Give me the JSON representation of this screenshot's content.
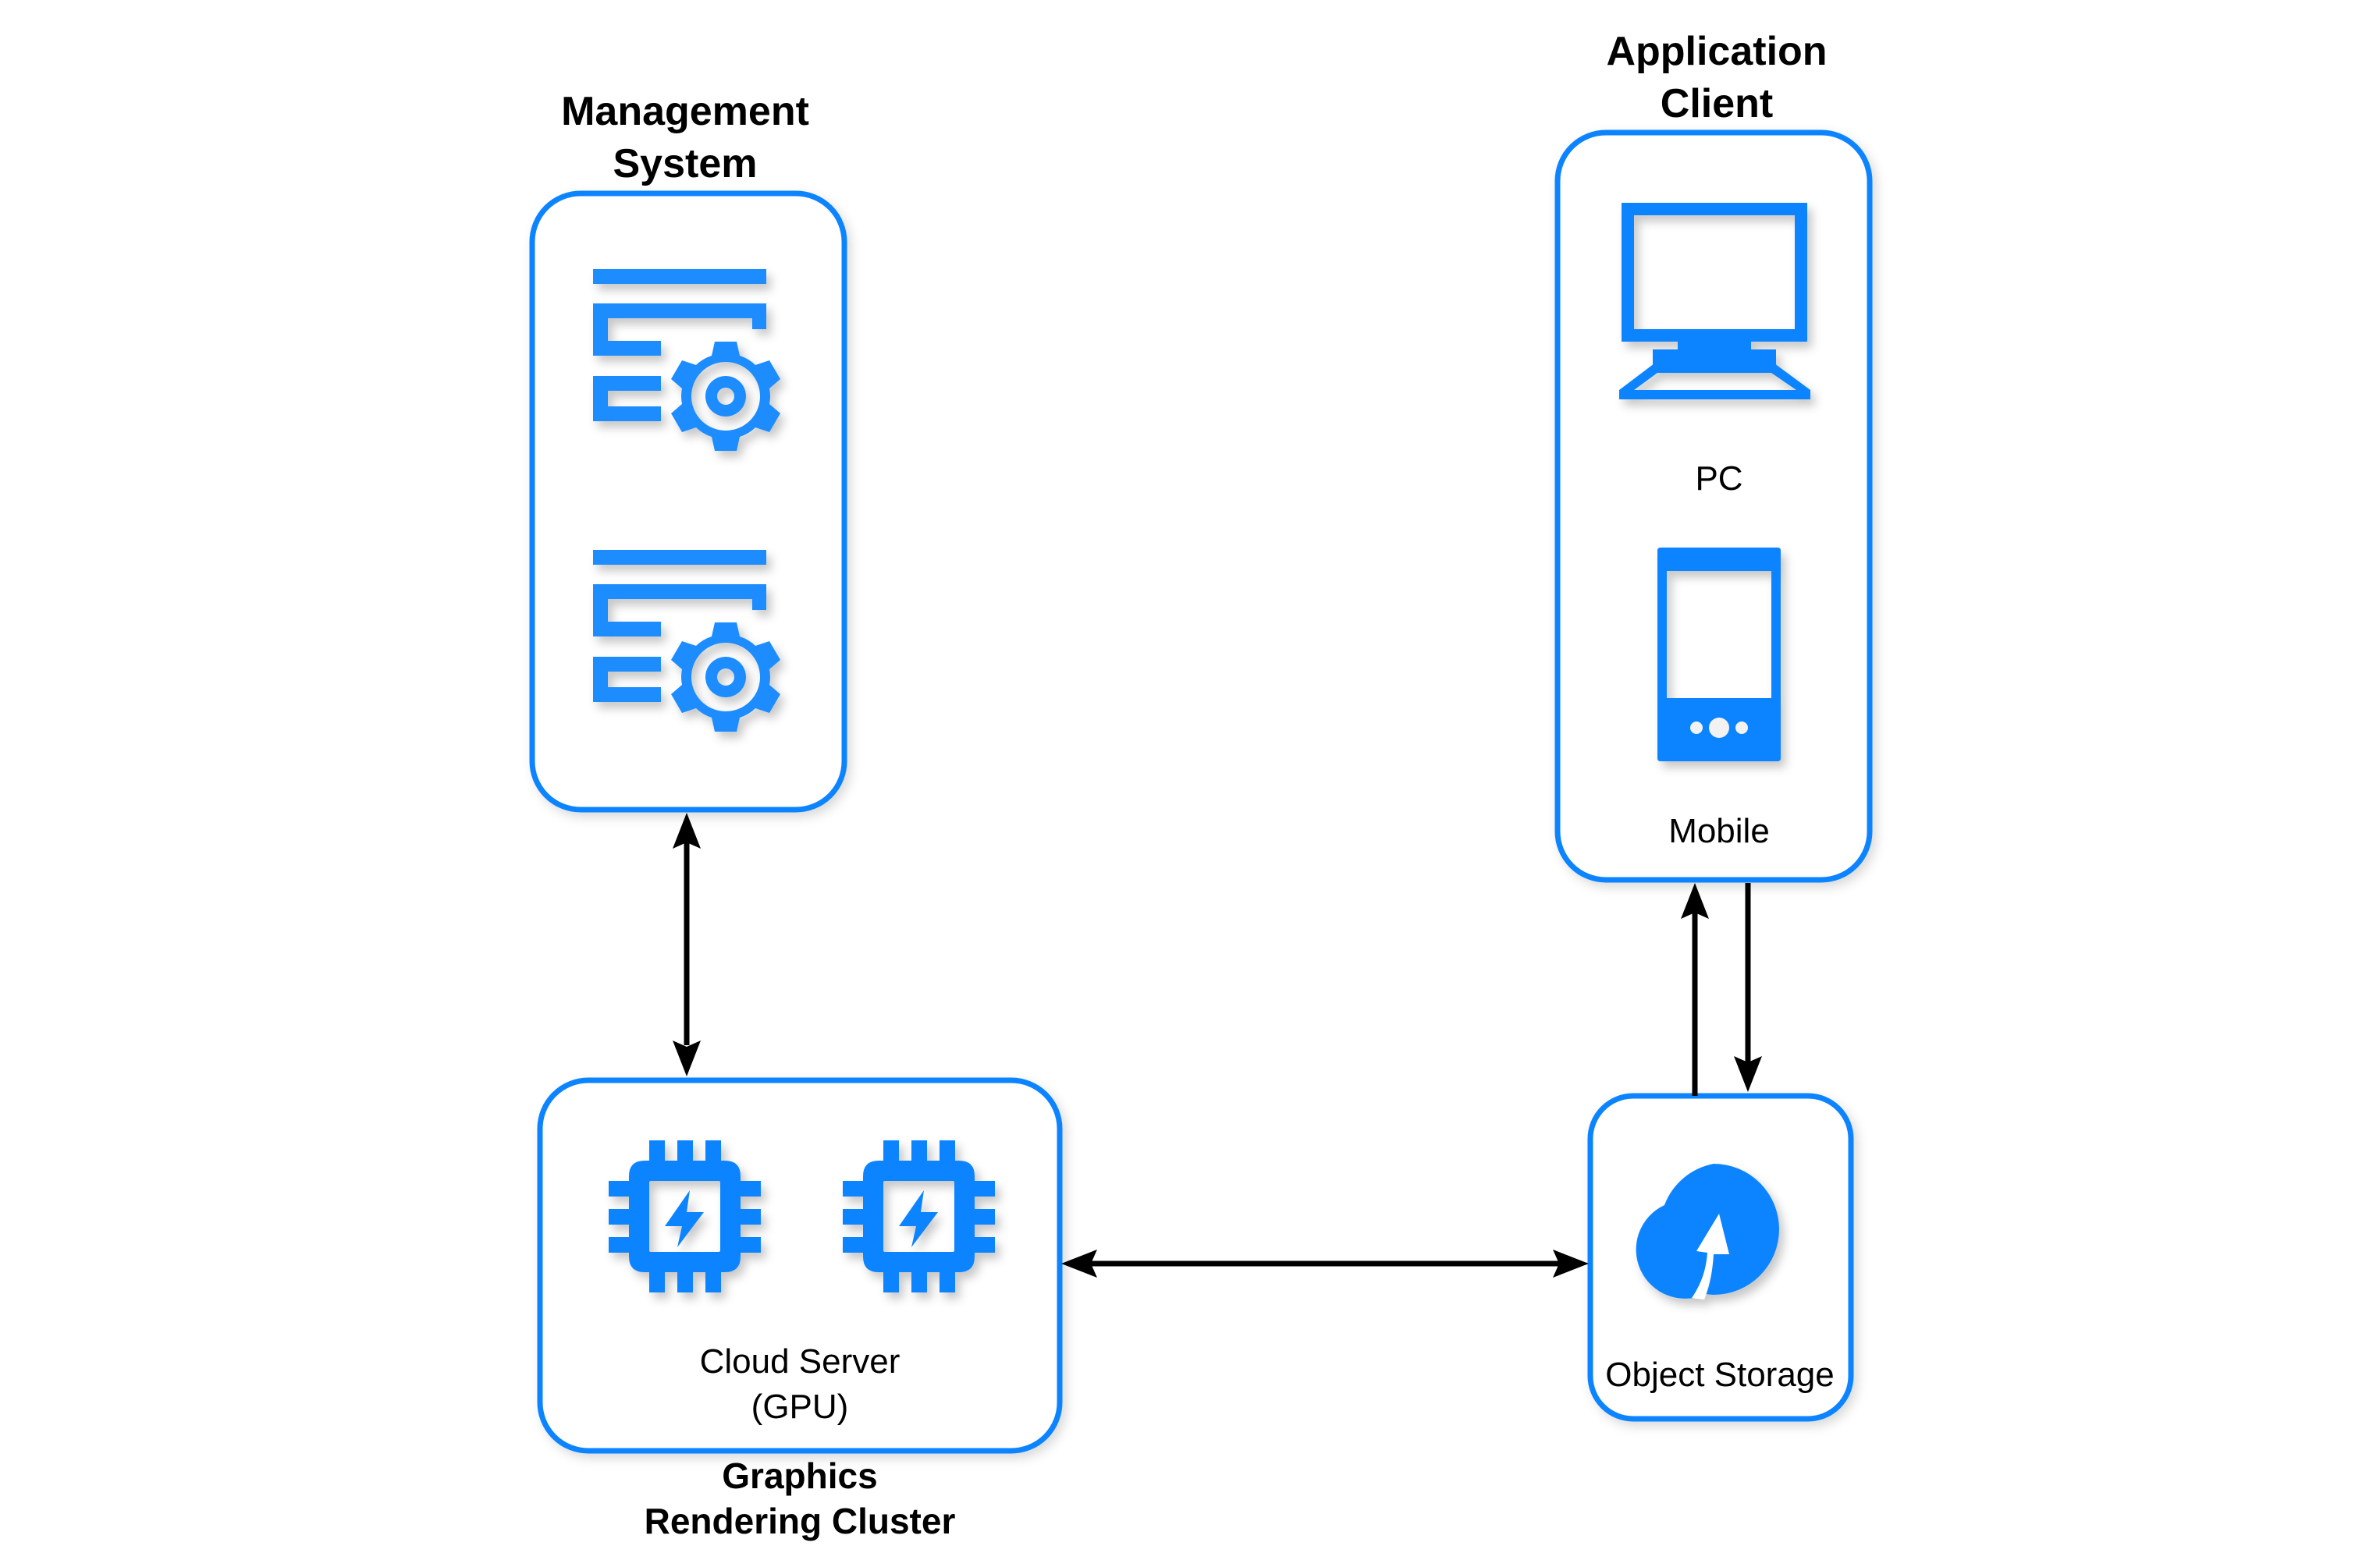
{
  "diagram": {
    "accent_color": "#0a84ff",
    "connector_color": "#000000",
    "nodes": {
      "management": {
        "title_lines": [
          "Management",
          "System"
        ],
        "icons": [
          "settings-list-icon",
          "settings-list-icon"
        ]
      },
      "application": {
        "title_lines": [
          "Application",
          "Client"
        ],
        "items": [
          {
            "label": "PC",
            "icon": "desktop-monitor-icon"
          },
          {
            "label": "Mobile",
            "icon": "mobile-phone-icon"
          }
        ]
      },
      "rendering": {
        "inner_label_lines": [
          "Cloud Server",
          "(GPU)"
        ],
        "title_lines": [
          "Graphics",
          "Rendering Cluster"
        ],
        "icons": [
          "gpu-chip-icon",
          "gpu-chip-icon"
        ]
      },
      "storage": {
        "label": "Object Storage",
        "icon": "cloud-upload-icon"
      }
    },
    "edges": [
      {
        "from": "Management System",
        "to": "Graphics Rendering Cluster",
        "direction": "bidirectional"
      },
      {
        "from": "Graphics Rendering Cluster",
        "to": "Object Storage",
        "direction": "bidirectional"
      },
      {
        "from": "Object Storage",
        "to": "Application Client",
        "direction": "one-way"
      },
      {
        "from": "Application Client",
        "to": "Object Storage",
        "direction": "one-way"
      }
    ]
  }
}
